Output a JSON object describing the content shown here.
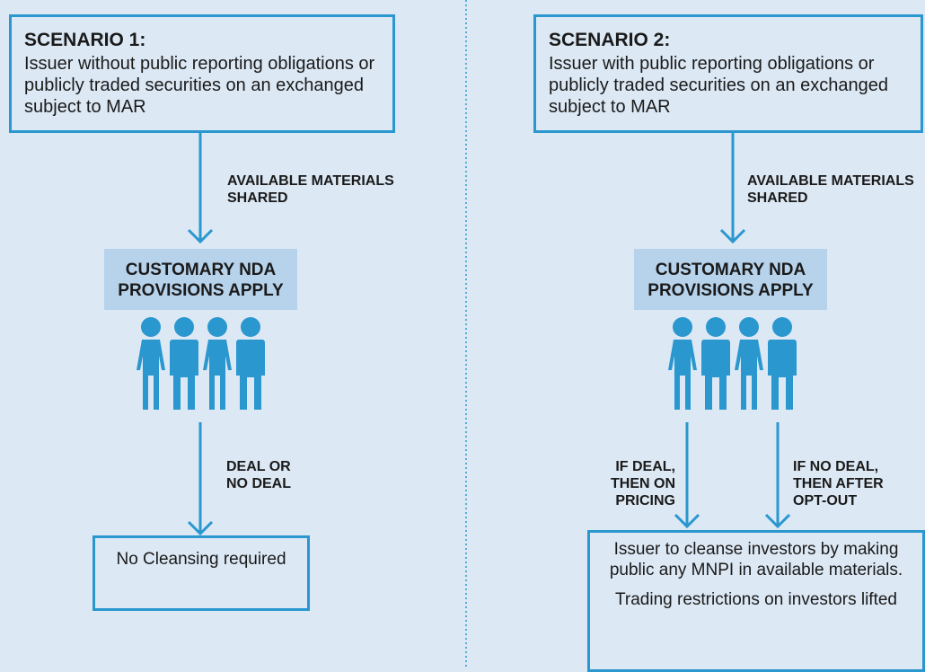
{
  "colors": {
    "background": "#dce8f4",
    "accent": "#2a97cf",
    "nda_fill": "#b7d3ec",
    "text": "#1a1a1a"
  },
  "scenario1": {
    "title": "SCENARIO 1:",
    "description": "Issuer without public reporting obligations or publicly traded securities on an exchanged subject to MAR",
    "arrow1_label": "AVAILABLE MATERIALS SHARED",
    "nda": "CUSTOMARY NDA PROVISIONS APPLY",
    "people_icon": "group-of-people-icon",
    "arrow2_label": "DEAL OR NO DEAL",
    "outcome": "No Cleansing required"
  },
  "scenario2": {
    "title": "SCENARIO 2:",
    "description": "Issuer with public reporting obligations or publicly traded securities on an exchanged subject to MAR",
    "arrow1_label": "AVAILABLE MATERIALS SHARED",
    "nda": "CUSTOMARY NDA PROVISIONS APPLY",
    "people_icon": "group-of-people-icon",
    "arrow_left_label": "IF DEAL, THEN ON PRICING",
    "arrow_right_label": "IF NO DEAL, THEN AFTER OPT-OUT",
    "outcome_line1": "Issuer to cleanse investors by making public any MNPI in available materials.",
    "outcome_line2": "Trading restrictions on investors lifted"
  }
}
